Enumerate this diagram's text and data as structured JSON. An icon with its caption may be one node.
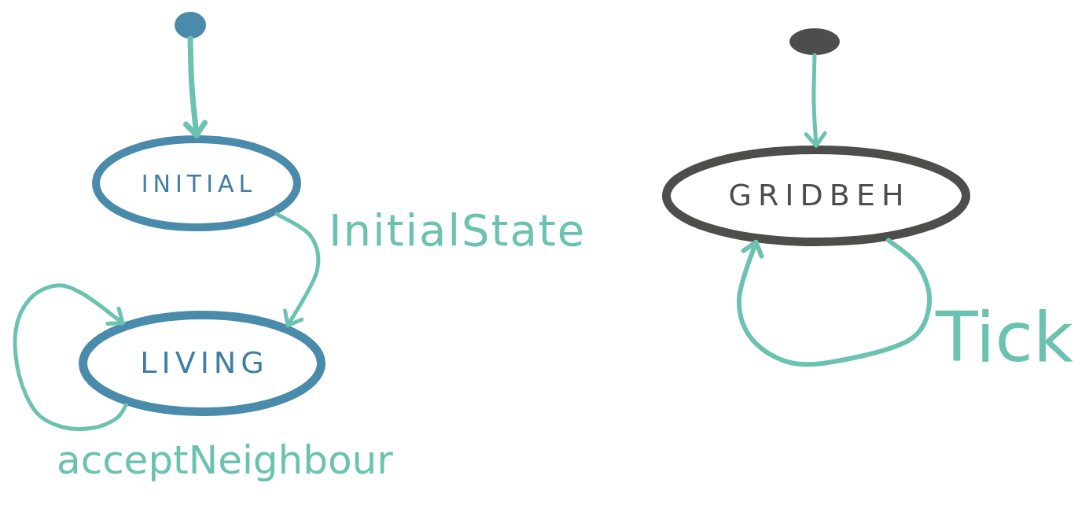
{
  "diagram": {
    "nodes": [
      {
        "text": [],
        "shape": "circle"
      },
      {
        "text": [
          "INITIAL"
        ]
      },
      {
        "text": [
          "LIVING"
        ]
      },
      {
        "text": [],
        "shape": "circle"
      },
      {
        "text": [
          "GRIDBEH"
        ]
      }
    ],
    "edges": [
      {
        "from": 0,
        "to": 1,
        "arrow": "to"
      },
      {
        "from": 1,
        "to": 2,
        "arrow": "to",
        "label": "InitialState"
      },
      {
        "from": 2,
        "to": 2,
        "arrow": "to",
        "label": "acceptNeighbour"
      },
      {
        "from": 3,
        "to": 4,
        "arrow": "to"
      },
      {
        "from": 4,
        "to": 4,
        "arrow": "to",
        "label": "Tick"
      }
    ]
  }
}
